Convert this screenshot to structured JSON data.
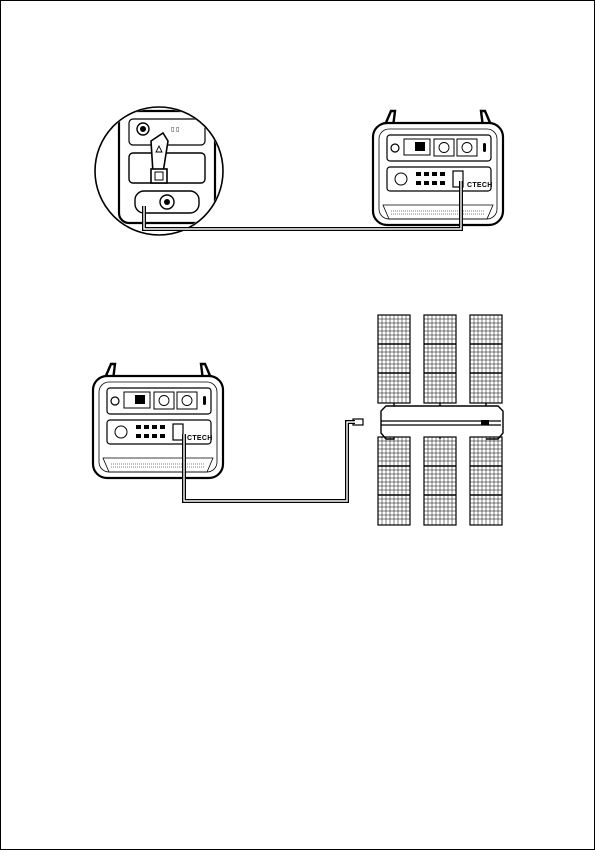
{
  "device": {
    "brand_label": "CTECH",
    "display_icon": "screen-icon",
    "outlet_icon": "ac-outlet-icon",
    "port_icon": "dc-input-port-icon"
  },
  "diagram_top": {
    "icons": [
      "magnifier-circle-icon",
      "plug-connector-icon",
      "cable-line"
    ]
  },
  "diagram_bottom": {
    "icons": [
      "solar-panel-icon",
      "combiner-cable-icon",
      "cable-line"
    ],
    "solar_panel_rows": 2,
    "solar_panel_columns": 3
  },
  "colors": {
    "line": "#000000",
    "background": "#ffffff"
  }
}
